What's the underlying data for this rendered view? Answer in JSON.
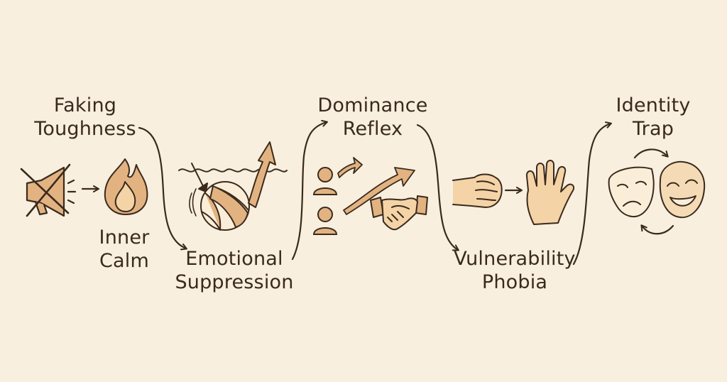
{
  "colors": {
    "background": "#f8efde",
    "ink": "#3a2a1e",
    "accent": "#e2b381",
    "accent_dark": "#b9864f"
  },
  "labels": {
    "faking_toughness": [
      "Faking",
      "Toughness"
    ],
    "inner_calm": [
      "Inner",
      "Calm"
    ],
    "emotional_suppression": [
      "Emotional",
      "Suppression"
    ],
    "dominance_reflex": [
      "Dominance",
      "Reflex"
    ],
    "vulnerability_phobia": [
      "Vulnerability",
      "Phobia"
    ],
    "identity_trap": [
      "Identity",
      "Trap"
    ]
  },
  "icons": [
    "crossed-out-megaphone-icon",
    "flame-icon",
    "beach-ball-underwater-icon",
    "person-icon",
    "handshake-icon",
    "fist-icon",
    "open-hand-icon",
    "sad-mask-icon",
    "smiling-mask-icon"
  ]
}
